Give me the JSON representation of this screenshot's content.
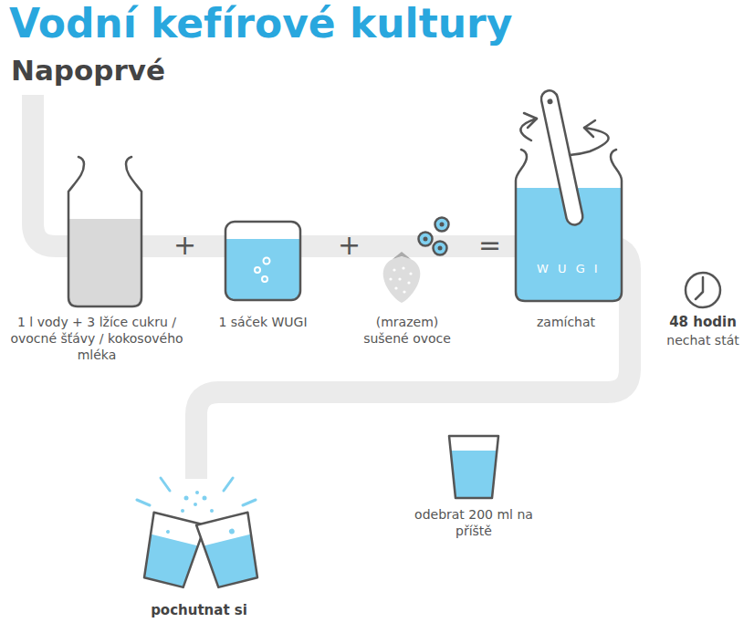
{
  "diagram": {
    "title": "Vodní kefírové kultury",
    "nodes": [
      {
        "text": [
          "1 l vody + 3 lžíce cukru / ovocné šťávy / kokosového mléka"
        ]
      },
      {
        "text": [
          "1 sáček WUGI"
        ]
      },
      {
        "text": [
          "(mrazem) sušené ovoce"
        ]
      },
      {
        "text": [
          "zamíchat"
        ]
      },
      {
        "text": [
          "48 hodin",
          "nechat stát"
        ]
      },
      {
        "text": [
          "odebrat 200 ml na příště"
        ]
      },
      {
        "text": [
          "pochutnat si"
        ]
      }
    ],
    "labels": [
      "Napoprvé",
      "+",
      "+",
      "=",
      "W U G I"
    ]
  }
}
